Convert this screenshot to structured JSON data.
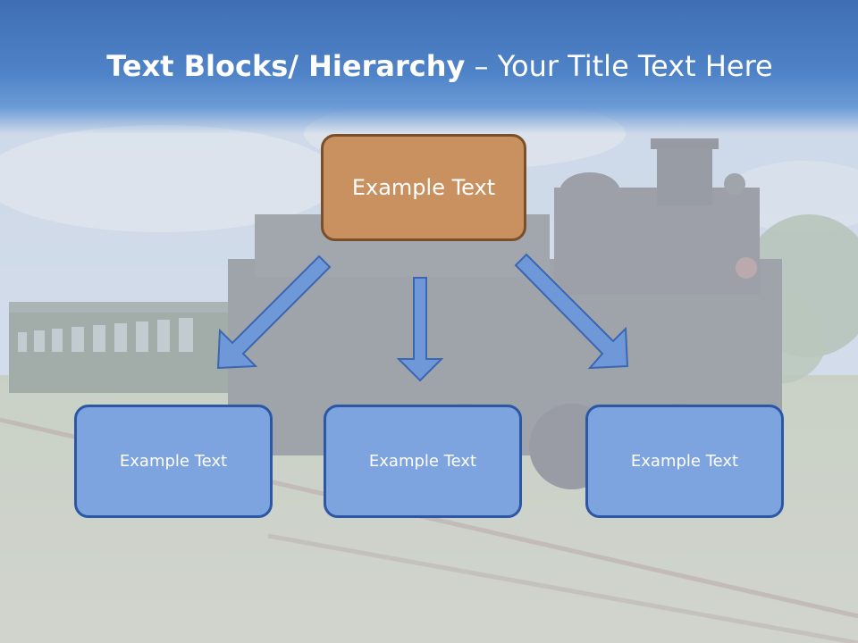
{
  "title": {
    "bold": "Text Blocks/ Hierarchy",
    "rest": " – Your Title Text Here"
  },
  "diagram": {
    "top_box": "Example Text",
    "children": [
      "Example Text",
      "Example Text",
      "Example Text"
    ]
  },
  "colors": {
    "title_band": "#4f83c8",
    "top_box_fill": "#c8915f",
    "top_box_border": "#7a4f2b",
    "child_box_fill": "#7ea4df",
    "child_box_border": "#2b57a5",
    "arrow_fill": "#6f98d8",
    "arrow_stroke": "#3b67b2"
  }
}
